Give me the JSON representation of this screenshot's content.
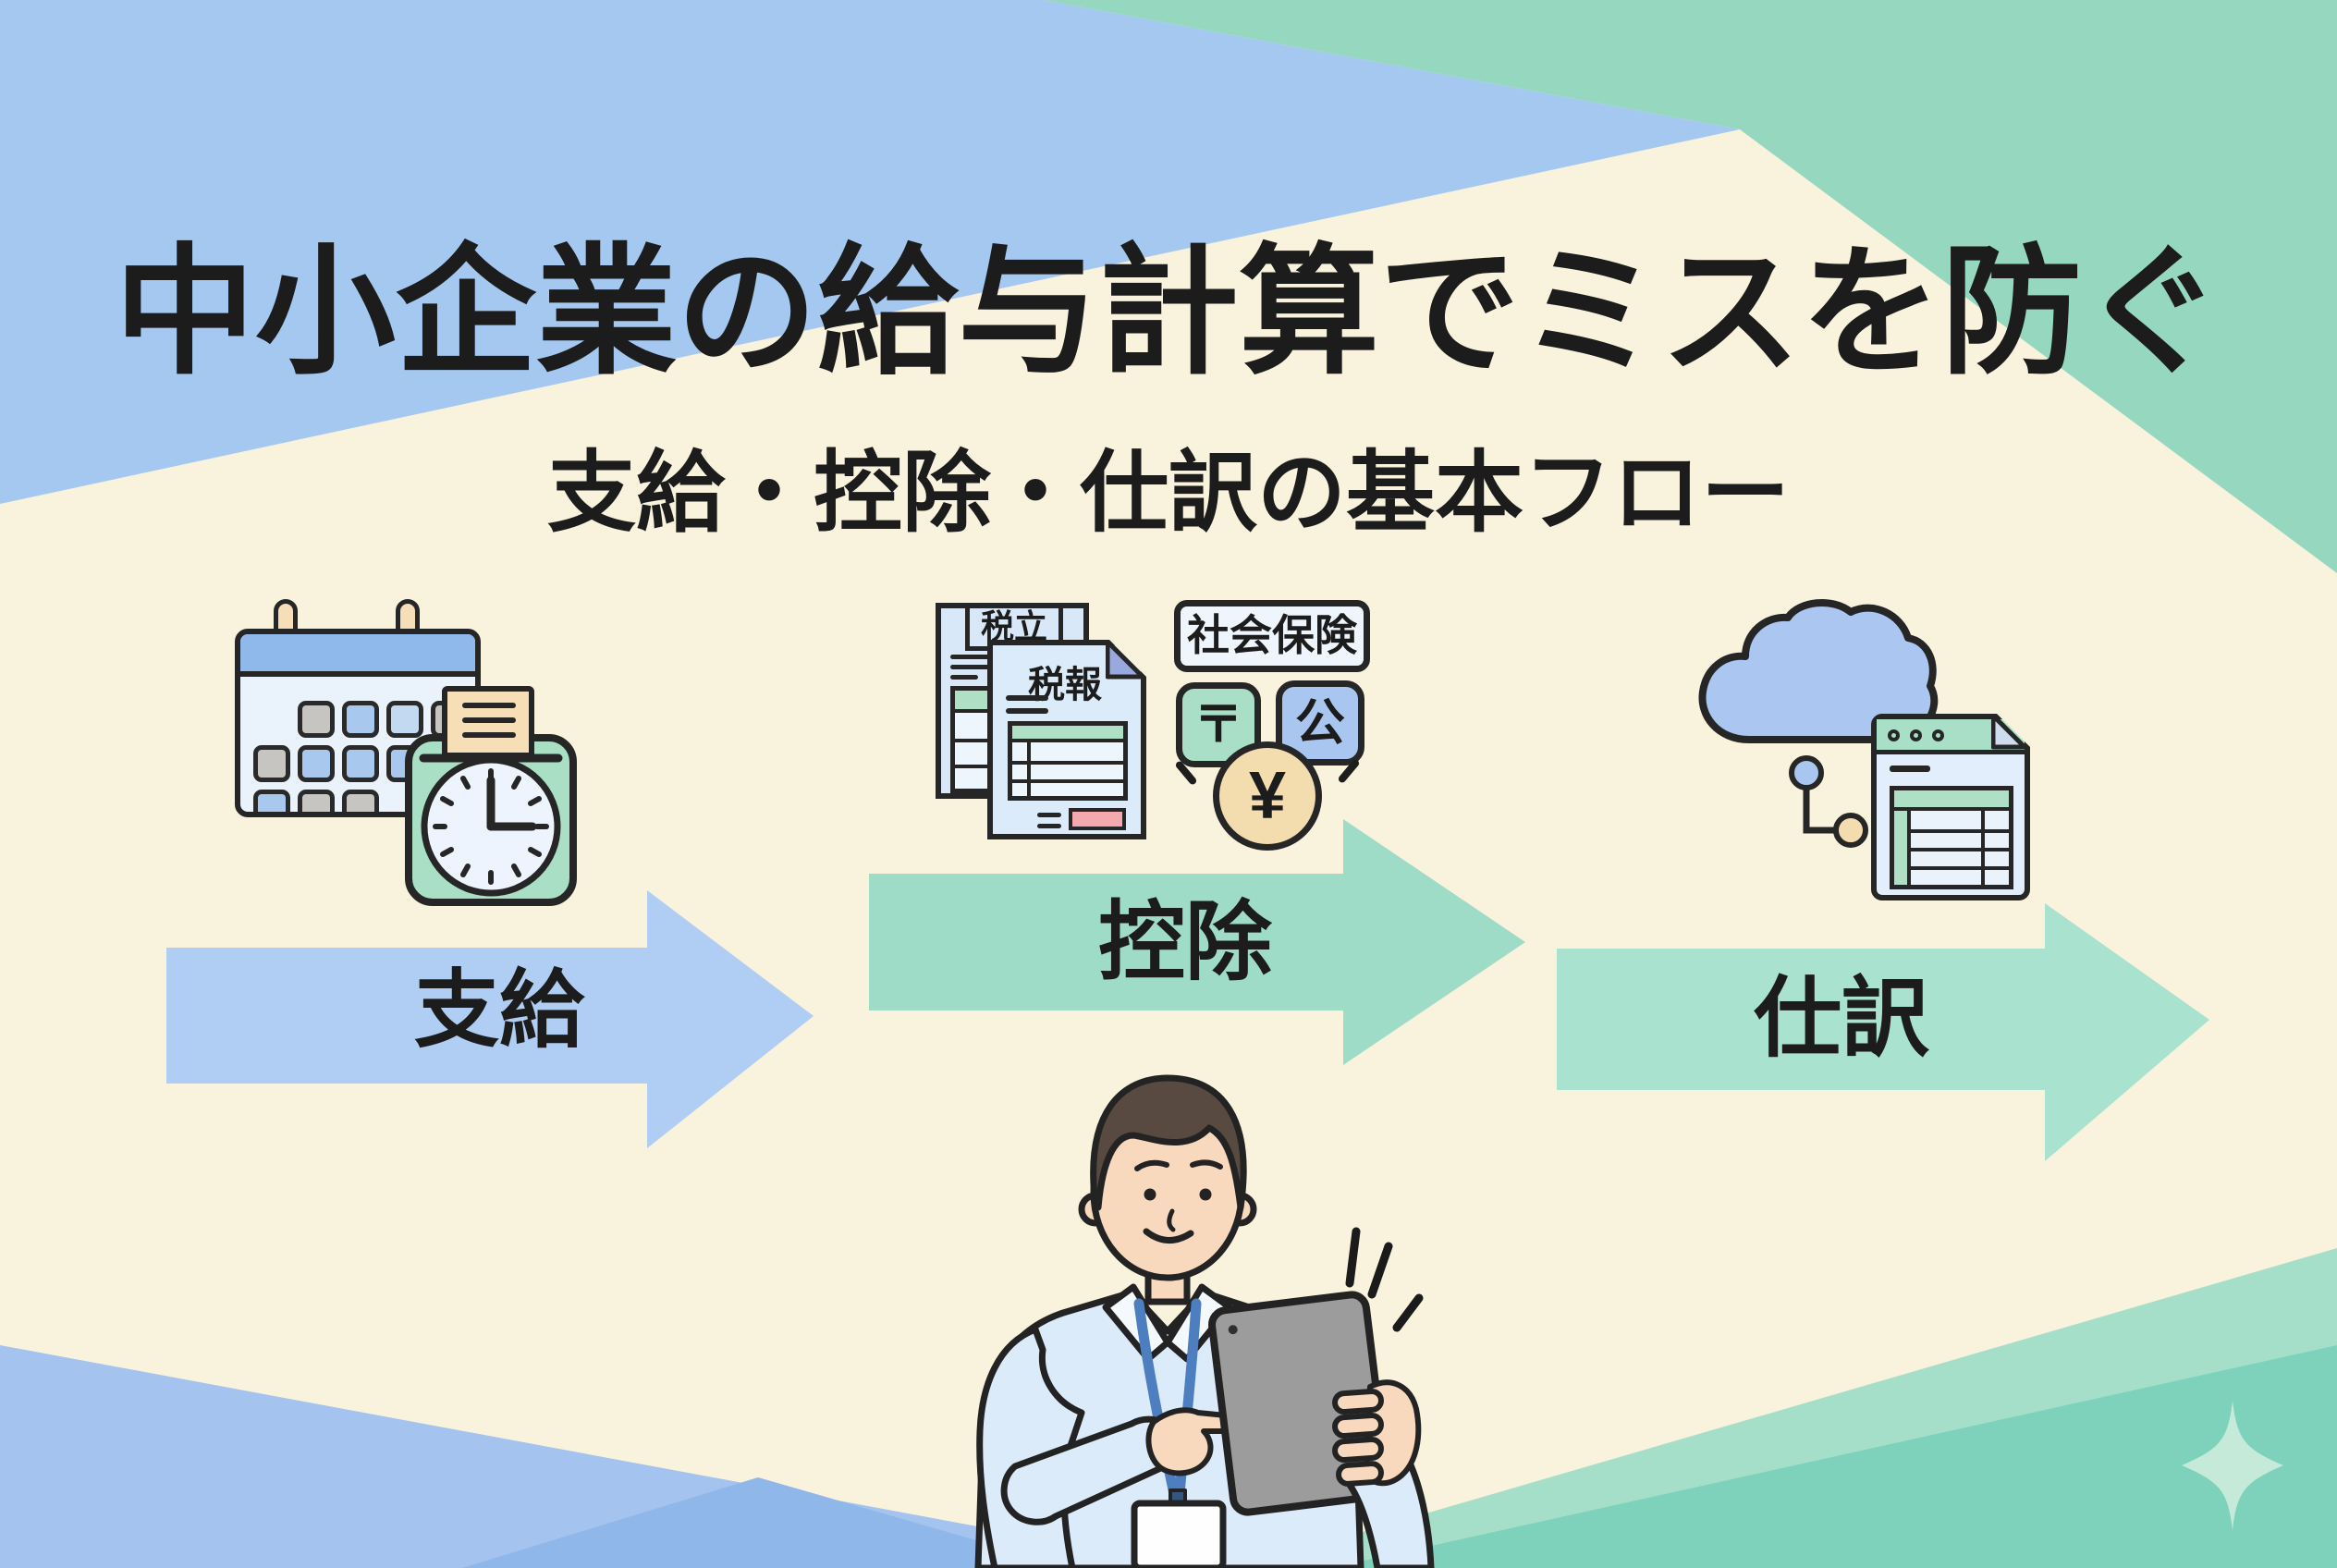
{
  "header": {
    "title": "中小企業の給与計算でミスを防ぐ",
    "subtitle": "支給・控除・仕訳の基本フロー"
  },
  "flow": {
    "steps": [
      {
        "label": "支給",
        "arrow_color": "#b0cef3",
        "icon": "calendar-timeclock-icon"
      },
      {
        "label": "控除",
        "arrow_color": "#9edcc8",
        "icon": "tax-documents-coin-icon"
      },
      {
        "label": "仕訳",
        "arrow_color": "#a9e2ce",
        "icon": "cloud-spreadsheet-icon"
      }
    ]
  },
  "icons": {
    "documents": {
      "back_label": "税立",
      "front_label": "税報"
    },
    "social_insurance": {
      "label": "社会保険",
      "postal_badge": "〒",
      "public_badge": "公",
      "coin": "¥"
    },
    "decorations": [
      "sparkle-icon",
      "tap-sparkle-icon",
      "emphasis-dash-icon"
    ]
  },
  "colors": {
    "background_cream": "#f9f2dd",
    "corner_top_left_blue": "#a4c8f0",
    "corner_top_right_green": "#96d8bf",
    "corner_bottom_left_blue": "#a4c3ee",
    "corner_bottom_right_mint": "#a5dfc9",
    "corner_bottom_right_teal": "#7ed2bc",
    "text": "#1c1c1c",
    "calendar_header_blue": "#8fb9ea",
    "timeclock_green": "#a9dfc5",
    "paper_tan": "#f6dfb6",
    "coin_tan": "#f3dcae",
    "pink_highlight": "#f4a9ae",
    "shirt_blue": "#dcebfa",
    "skin": "#f8d9be",
    "hair_brown": "#584a41",
    "tablet_gray": "#9c9c9c",
    "lanyard_blue": "#4d7fc0"
  }
}
